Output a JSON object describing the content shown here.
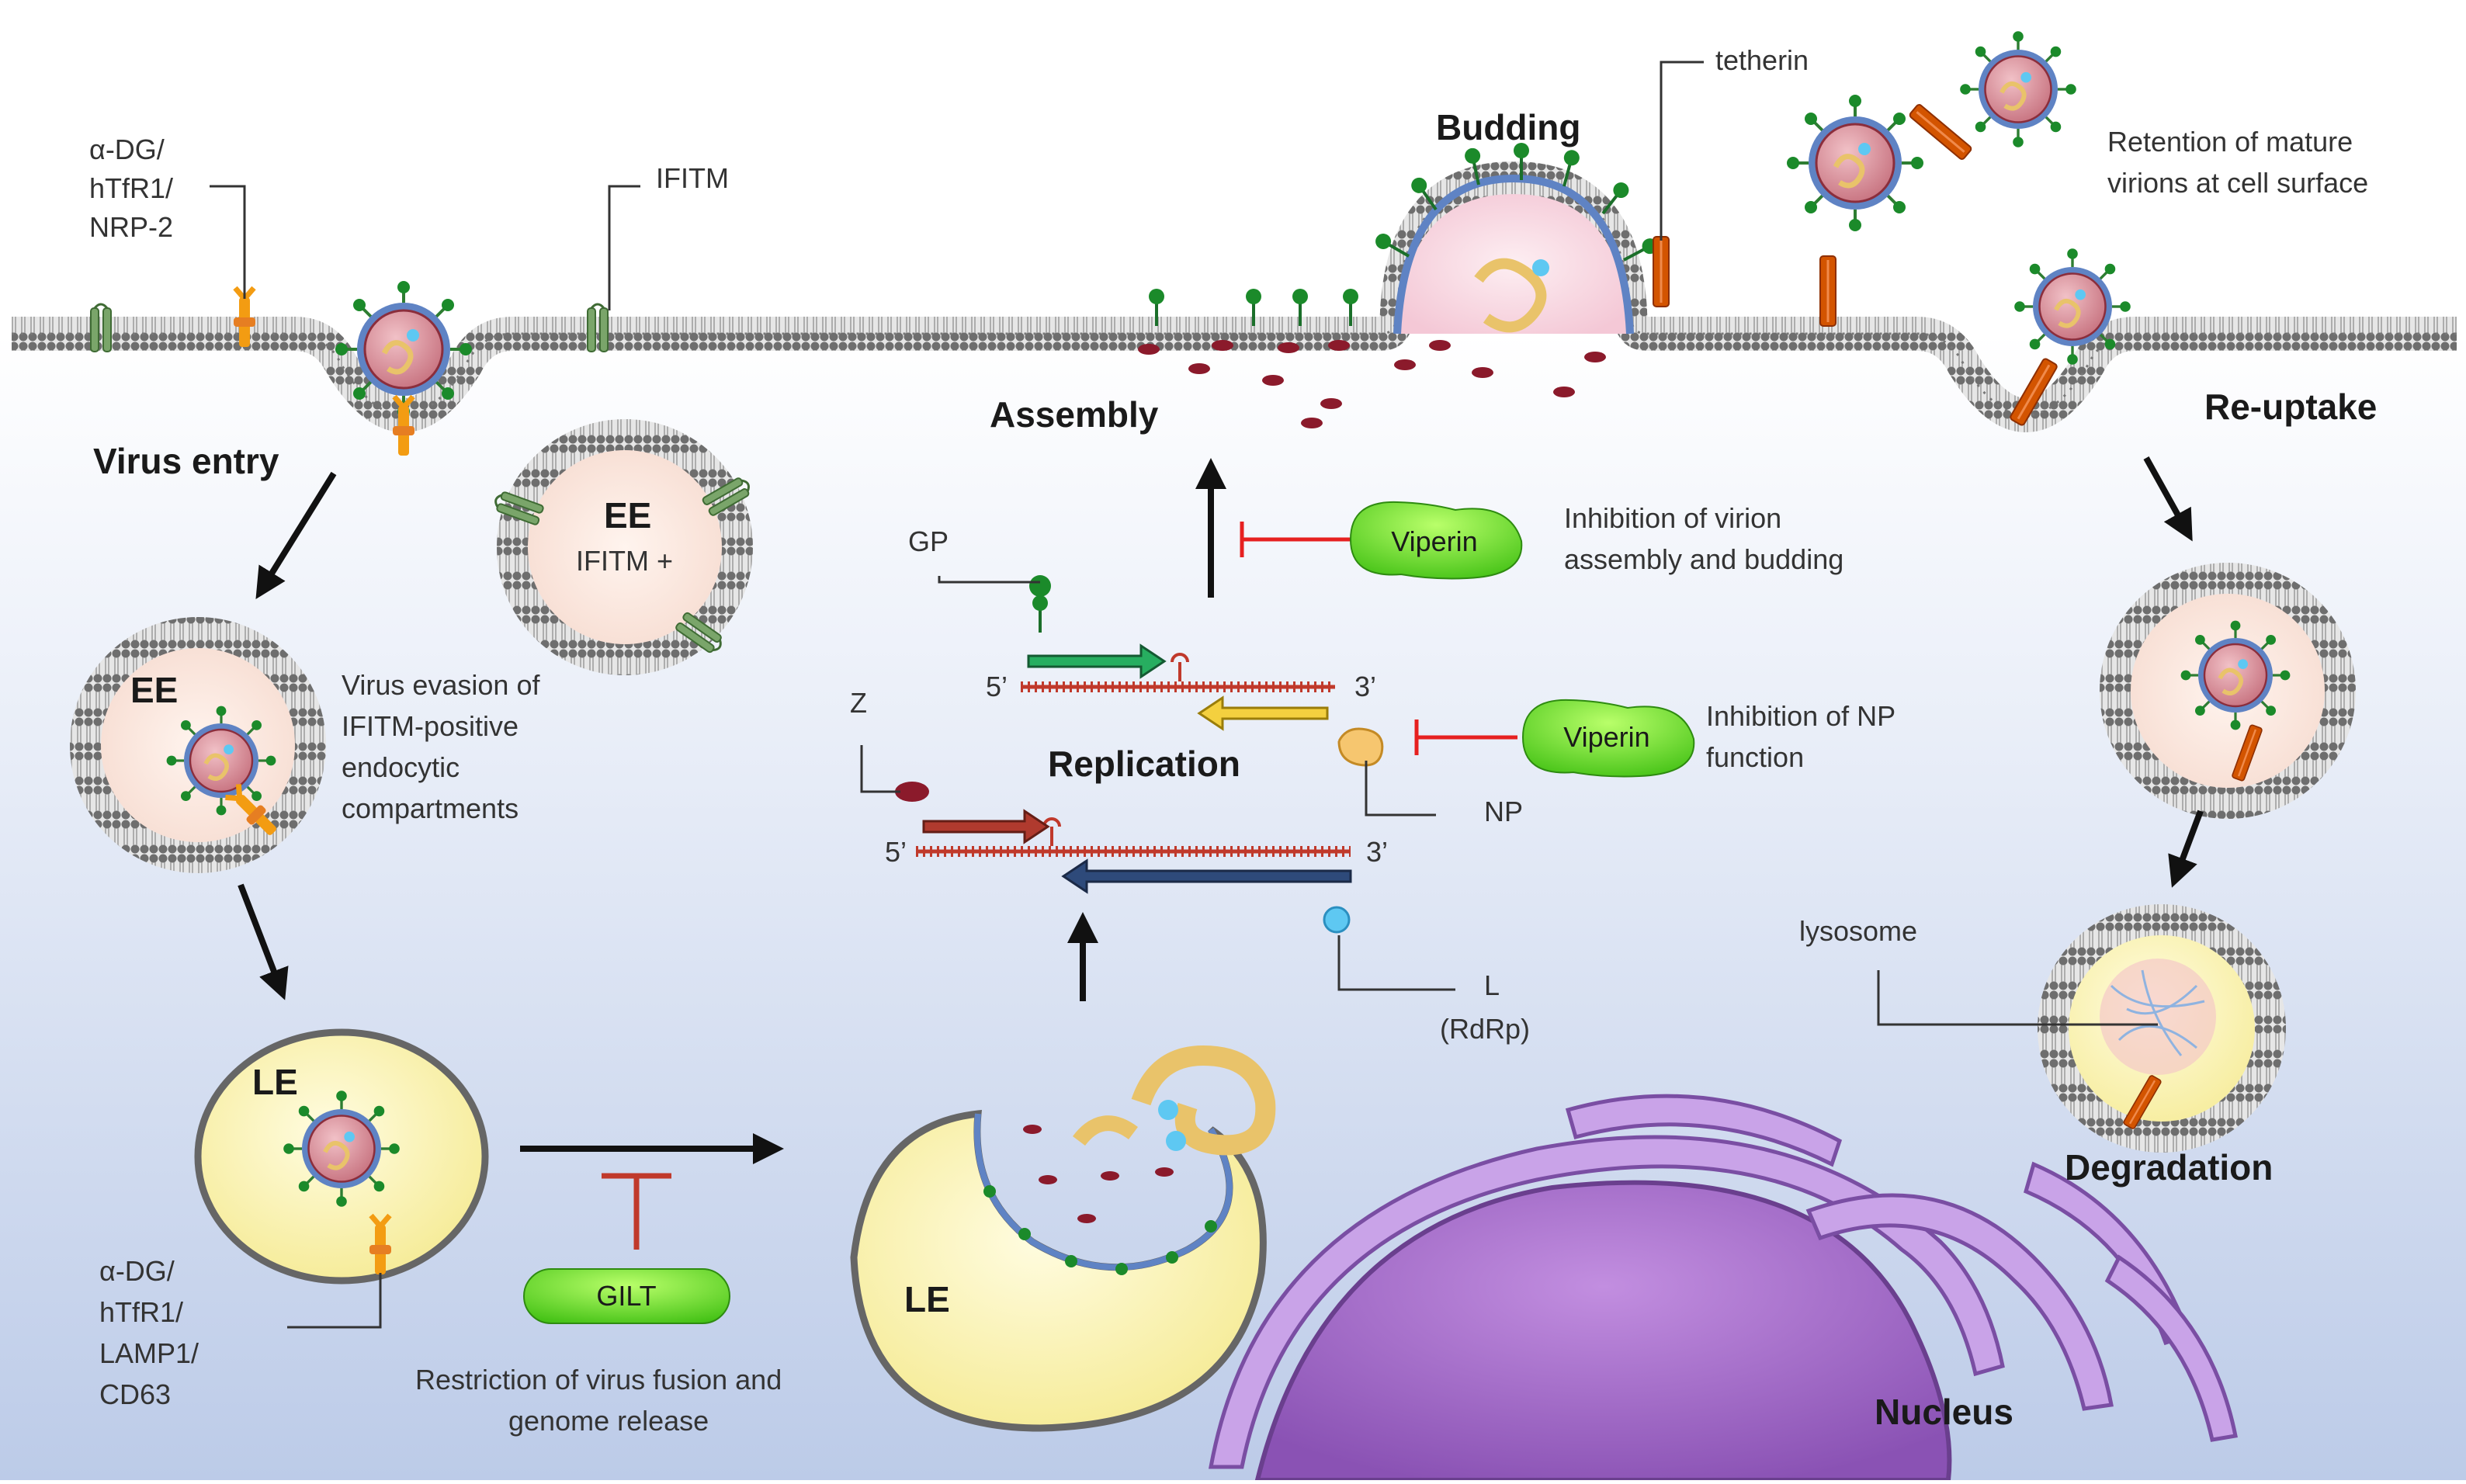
{
  "labels": {
    "receptor_top": [
      "α-DG/",
      "hTfR1/",
      "NRP-2"
    ],
    "ifitm_top": "IFITM",
    "tetherin": "tetherin",
    "budding": "Budding",
    "retention": [
      "Retention of mature",
      "virions at cell surface"
    ],
    "assembly": "Assembly",
    "reuptake": "Re-uptake",
    "virus_entry": "Virus entry",
    "ee": "EE",
    "ifitm_plus": "IFITM +",
    "evasion": [
      "Virus evasion of",
      "IFITM-positive",
      "endocytic",
      "compartments"
    ],
    "gp": "GP",
    "viperin_1_text": [
      "Inhibition of virion",
      "assembly and budding"
    ],
    "viperin_2_text": [
      "Inhibition of NP",
      "function"
    ],
    "z": "Z",
    "replication": "Replication",
    "np": "NP",
    "l_rdrp": [
      "L",
      "(RdRp)"
    ],
    "five_prime": "5’",
    "three_prime": "3’",
    "lysosome": "lysosome",
    "degradation": "Degradation",
    "le": "LE",
    "receptor_bottom": [
      "α-DG/",
      "hTfR1/",
      "LAMP1/",
      "CD63"
    ],
    "restriction": [
      "Restriction of virus fusion and",
      "genome release"
    ],
    "nucleus": "Nucleus"
  },
  "pills": {
    "viperin": "Viperin",
    "gilt": "GILT"
  }
}
